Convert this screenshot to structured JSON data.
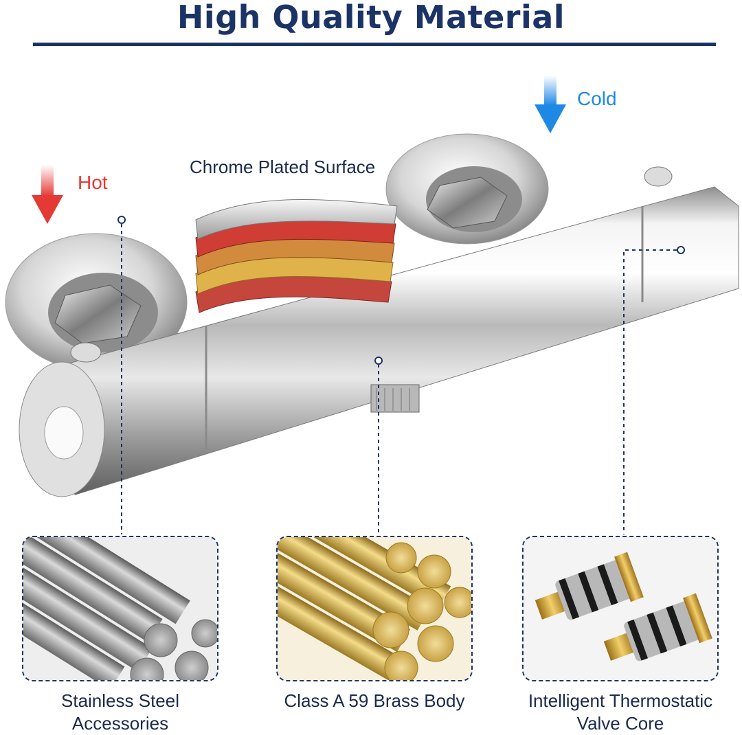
{
  "header": {
    "title": "High Quality Material"
  },
  "callouts": {
    "hot": "Hot",
    "cold": "Cold",
    "chrome": "Chrome Plated Surface"
  },
  "colors": {
    "title": "#1c3366",
    "hot": "#e53935",
    "cold": "#1e88e5",
    "caption": "#1a2a4a"
  },
  "materials": [
    {
      "line1": "Stainless Steel",
      "line2": "Accessories",
      "icon": "steel-rods-icon"
    },
    {
      "line1": "Class A 59 Brass Body",
      "line2": "",
      "icon": "brass-rods-icon"
    },
    {
      "line1": "Intelligent Thermostatic",
      "line2": "Valve Core",
      "icon": "valve-core-icon"
    }
  ]
}
